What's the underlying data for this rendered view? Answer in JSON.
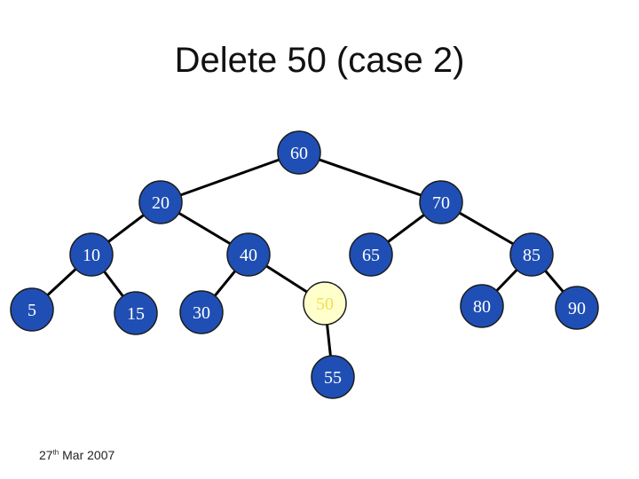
{
  "slide": {
    "title": "Delete 50 (case 2)",
    "footer": {
      "day": "27",
      "ordinal": "th",
      "rest": " Mar 2007"
    }
  },
  "colors": {
    "node_fill": "#1f4fb4",
    "node_text": "#ffffff",
    "highlight_fill": "#ffffcc",
    "highlight_text": "#f0e050",
    "edge": "#000000"
  },
  "tree": {
    "nodes": [
      {
        "id": "n60",
        "label": "60"
      },
      {
        "id": "n20",
        "label": "20"
      },
      {
        "id": "n70",
        "label": "70"
      },
      {
        "id": "n10",
        "label": "10"
      },
      {
        "id": "n40",
        "label": "40"
      },
      {
        "id": "n65",
        "label": "65"
      },
      {
        "id": "n85",
        "label": "85"
      },
      {
        "id": "n5",
        "label": "5"
      },
      {
        "id": "n15",
        "label": "15"
      },
      {
        "id": "n30",
        "label": "30"
      },
      {
        "id": "n50",
        "label": "50",
        "highlighted": true
      },
      {
        "id": "n80",
        "label": "80"
      },
      {
        "id": "n90",
        "label": "90"
      },
      {
        "id": "n55",
        "label": "55"
      }
    ],
    "edges": [
      [
        "n60",
        "n20"
      ],
      [
        "n60",
        "n70"
      ],
      [
        "n20",
        "n10"
      ],
      [
        "n20",
        "n40"
      ],
      [
        "n70",
        "n65"
      ],
      [
        "n70",
        "n85"
      ],
      [
        "n10",
        "n5"
      ],
      [
        "n10",
        "n15"
      ],
      [
        "n40",
        "n30"
      ],
      [
        "n40",
        "n50"
      ],
      [
        "n85",
        "n80"
      ],
      [
        "n85",
        "n90"
      ],
      [
        "n50",
        "n55"
      ]
    ]
  }
}
